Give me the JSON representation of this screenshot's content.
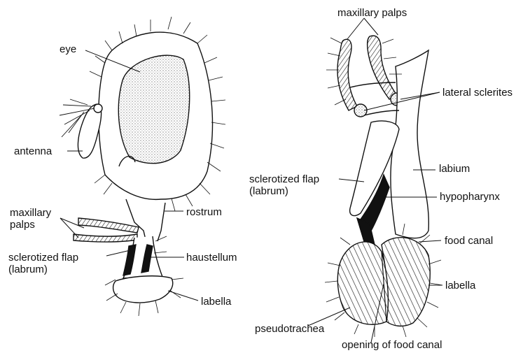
{
  "left_figure": {
    "labels": {
      "eye": "eye",
      "antenna": "antenna",
      "maxillary_palps": "maxillary\npalps",
      "sclerotized_flap": "sclerotized flap\n(labrum)",
      "rostrum": "rostrum",
      "haustellum": "haustellum",
      "labella": "labella"
    }
  },
  "right_figure": {
    "labels": {
      "maxillary_palps": "maxillary palps",
      "lateral_sclerites": "lateral sclerites",
      "labium": "labium",
      "sclerotized_flap": "sclerotized flap\n(labrum)",
      "hypopharynx": "hypopharynx",
      "food_canal": "food canal",
      "labella": "labella",
      "pseudotrachea": "pseudotrachea",
      "opening_of_food_canal": "opening of food canal"
    }
  },
  "colors": {
    "ink": "#111111",
    "background": "#ffffff",
    "stipple": "#d9d9d9"
  }
}
